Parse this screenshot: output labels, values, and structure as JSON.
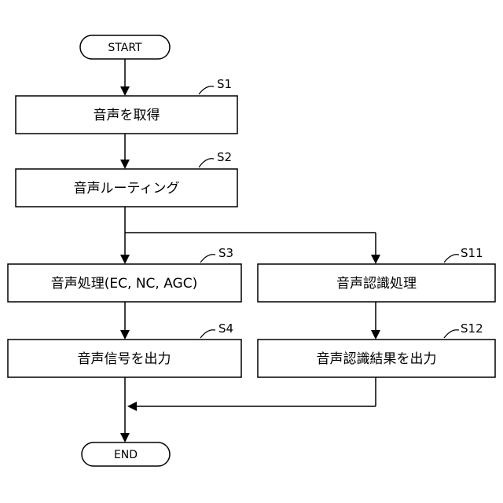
{
  "terminals": {
    "start": "START",
    "end": "END"
  },
  "steps": {
    "s1": {
      "id": "S1",
      "label": "音声を取得"
    },
    "s2": {
      "id": "S2",
      "label": "音声ルーティング"
    },
    "s3": {
      "id": "S3",
      "label": "音声処理(EC, NC, AGC)"
    },
    "s4": {
      "id": "S4",
      "label": "音声信号を出力"
    },
    "s11": {
      "id": "S11",
      "label": "音声認識処理"
    },
    "s12": {
      "id": "S12",
      "label": "音声認識結果を出力"
    }
  }
}
